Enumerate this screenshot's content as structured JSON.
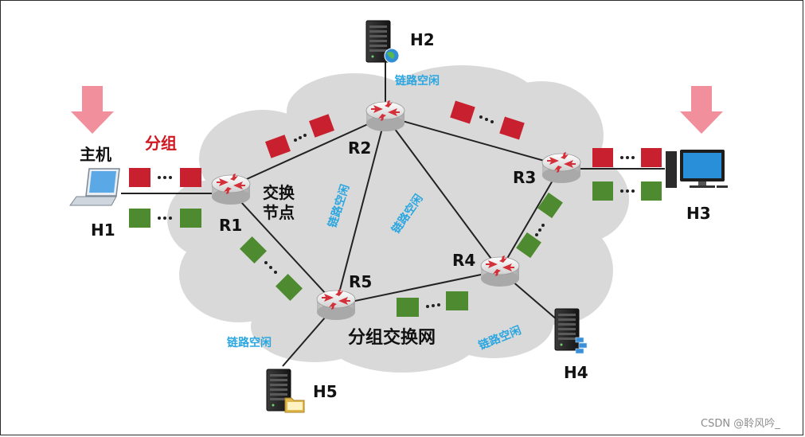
{
  "routers": {
    "r1": "R1",
    "r2": "R2",
    "r3": "R3",
    "r4": "R4",
    "r5": "R5"
  },
  "hosts": {
    "h1": "H1",
    "h2": "H2",
    "h3": "H3",
    "h4": "H4",
    "h5": "H5"
  },
  "labels": {
    "host_machine": "主机",
    "packet": "分组",
    "switching_node_line1": "交换",
    "switching_node_line2": "节点",
    "network": "分组交换网"
  },
  "link_idle": {
    "h2": "链路空闲",
    "r2_r5": "链路空闲",
    "r2_r4": "链路空闲",
    "h5": "链路空闲",
    "h4": "链路空闲"
  },
  "watermark": "CSDN @聆风吟_",
  "colors": {
    "cloud": "#d9d9d9",
    "packet_red": "#c8202e",
    "packet_green": "#4e8a2f",
    "arrow_pink": "#f1909c",
    "link_idle_text": "#2aa6e0"
  }
}
